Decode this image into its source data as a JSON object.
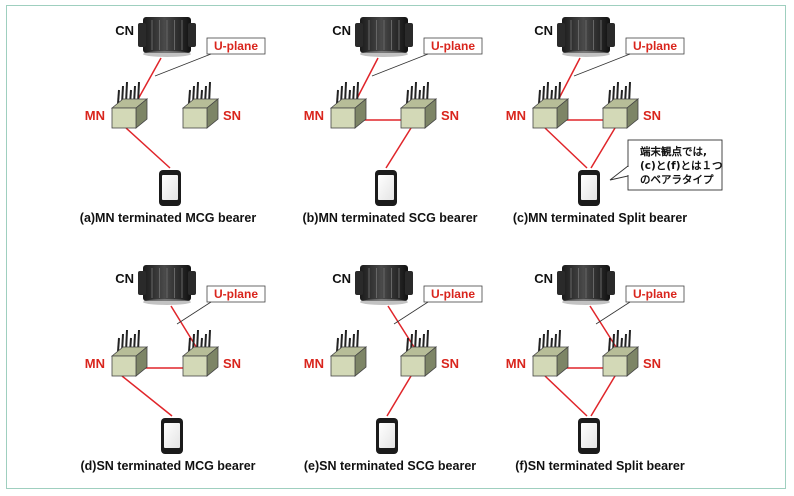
{
  "labels": {
    "core": "CN",
    "master": "MN",
    "secondary": "SN",
    "uplane": "U-plane"
  },
  "note": {
    "lines": [
      "端末観点では,",
      "(c)と(f)とは１つ",
      "のベアラタイプ"
    ]
  },
  "colors": {
    "link": "#e0252a",
    "label": "#d9251d",
    "frame": "#9fcfbf",
    "box_front": "#d3d9b7",
    "box_side": "#7d8566",
    "box_top": "#b7bd98"
  },
  "panels": [
    {
      "id": "a",
      "caption": "(a)MN terminated MCG bearer",
      "topology": "mn-only"
    },
    {
      "id": "b",
      "caption": "(b)MN terminated SCG bearer",
      "topology": "mn-sn-to-ue"
    },
    {
      "id": "c",
      "caption": "(c)MN terminated Split bearer",
      "topology": "split"
    },
    {
      "id": "d",
      "caption": "(d)SN terminated MCG bearer",
      "topology": "sn-mn-to-ue"
    },
    {
      "id": "e",
      "caption": "(e)SN terminated SCG bearer",
      "topology": "sn-only"
    },
    {
      "id": "f",
      "caption": "(f)SN terminated Split bearer",
      "topology": "split"
    }
  ]
}
